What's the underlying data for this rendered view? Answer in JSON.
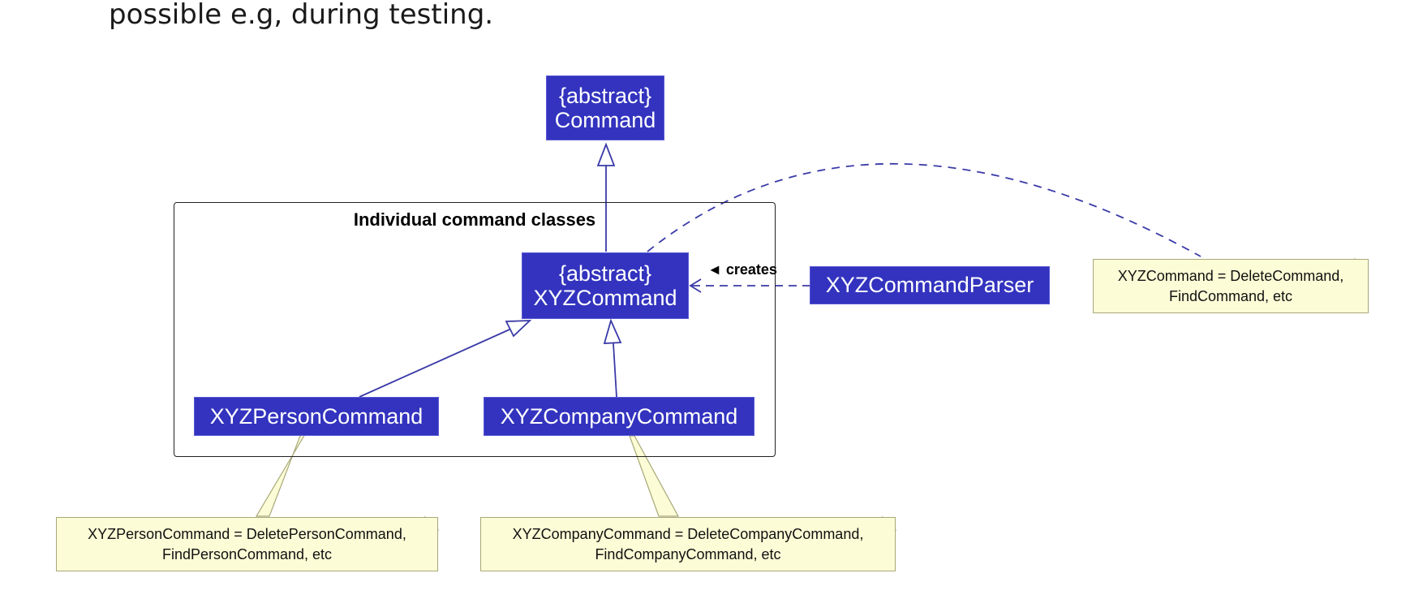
{
  "intro_text": "possible e.g, during testing.",
  "package": {
    "title": "Individual command classes"
  },
  "classes": {
    "command": {
      "stereotype": "{abstract}",
      "name": "Command"
    },
    "xyz_command": {
      "stereotype": "{abstract}",
      "name": "XYZCommand"
    },
    "xyz_command_parser": {
      "name": "XYZCommandParser"
    },
    "xyz_person_command": {
      "name": "XYZPersonCommand"
    },
    "xyz_company_command": {
      "name": "XYZCompanyCommand"
    }
  },
  "relations": {
    "creates_label": "◄ creates"
  },
  "notes": {
    "xyz_command_note": {
      "line1": "XYZCommand = DeleteCommand,",
      "line2": "FindCommand, etc"
    },
    "person_note": {
      "line1": "XYZPersonCommand = DeletePersonCommand,",
      "line2": "FindPersonCommand, etc"
    },
    "company_note": {
      "line1": "XYZCompanyCommand = DeleteCompanyCommand,",
      "line2": "FindCompanyCommand, etc"
    }
  },
  "colors": {
    "class_fill": "#3333bf",
    "line": "#3a3aa8",
    "note_fill": "#fcfcd6",
    "note_border": "#a8a87a"
  }
}
